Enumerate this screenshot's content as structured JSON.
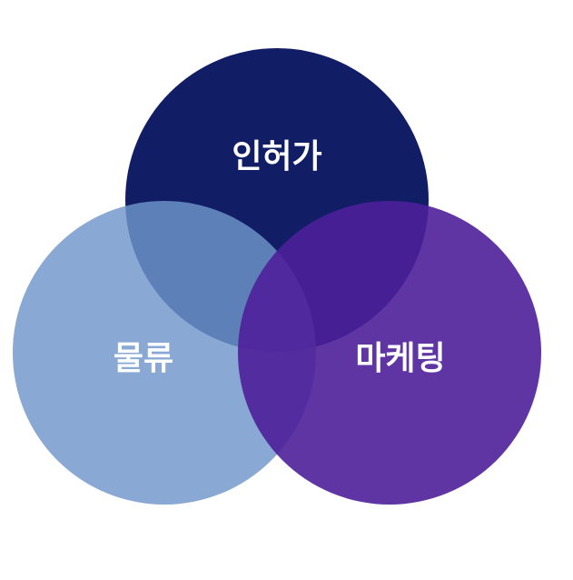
{
  "diagram": {
    "circles": [
      {
        "key": "licensing",
        "label": "인허가",
        "color": "#111e66",
        "opacity": 1
      },
      {
        "key": "logistics",
        "label": "물류",
        "color": "#6f96cb",
        "opacity": 0.82
      },
      {
        "key": "marketing",
        "label": "마케팅",
        "color": "#4e1f9a",
        "opacity": 0.9
      }
    ]
  }
}
